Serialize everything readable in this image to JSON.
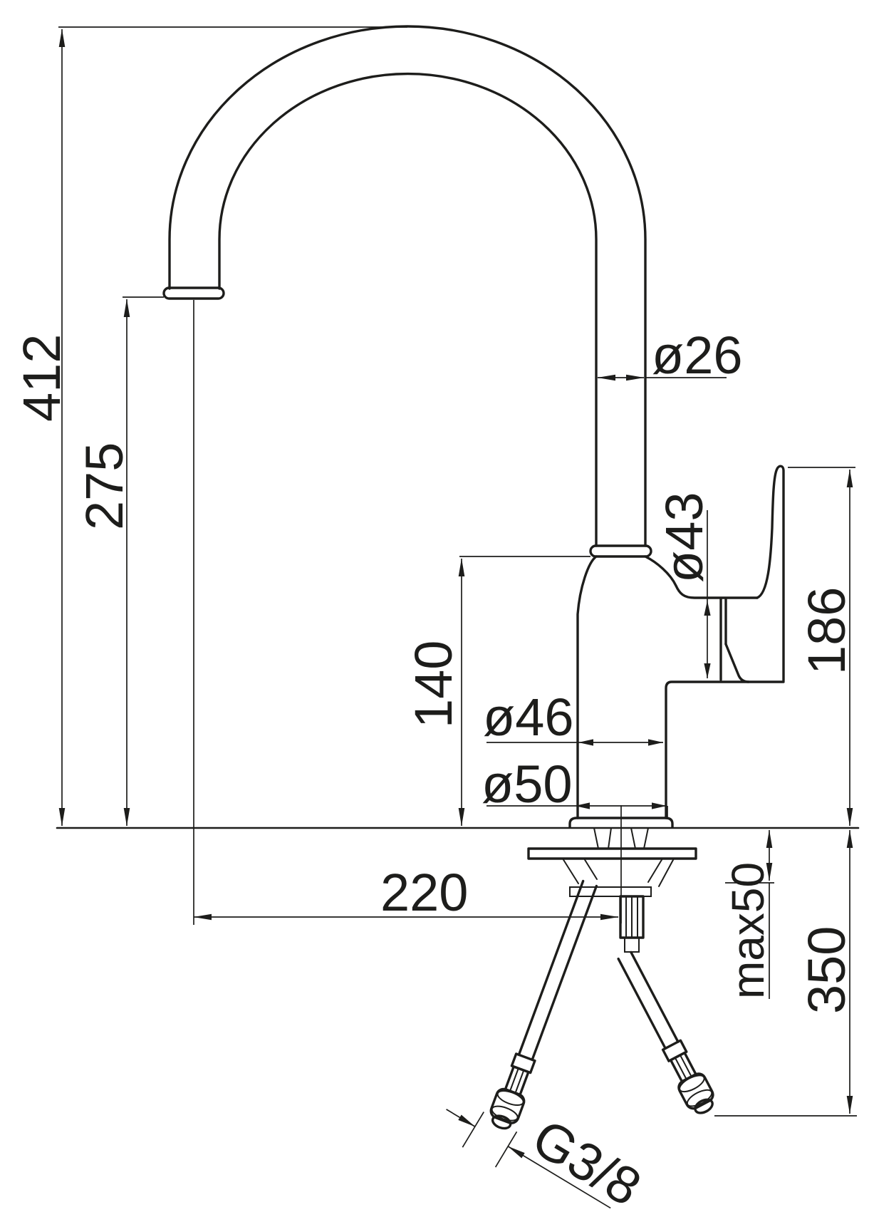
{
  "drawing": {
    "subject": "kitchen-mixer-faucet-dimension-drawing",
    "colors": {
      "line": "#1d1d1b",
      "background": "#ffffff"
    }
  },
  "dimensions": {
    "total_height": "412",
    "spout_outlet_height": "275",
    "spout_tube_diameter": "ø26",
    "cartridge_diameter": "ø43",
    "handle_top_height": "186",
    "body_height": "140",
    "body_diameter": "ø46",
    "base_diameter": "ø50",
    "spout_reach": "220",
    "deck_max_thickness": "max50",
    "hose_drop_length": "350",
    "hose_thread": "G3/8"
  }
}
